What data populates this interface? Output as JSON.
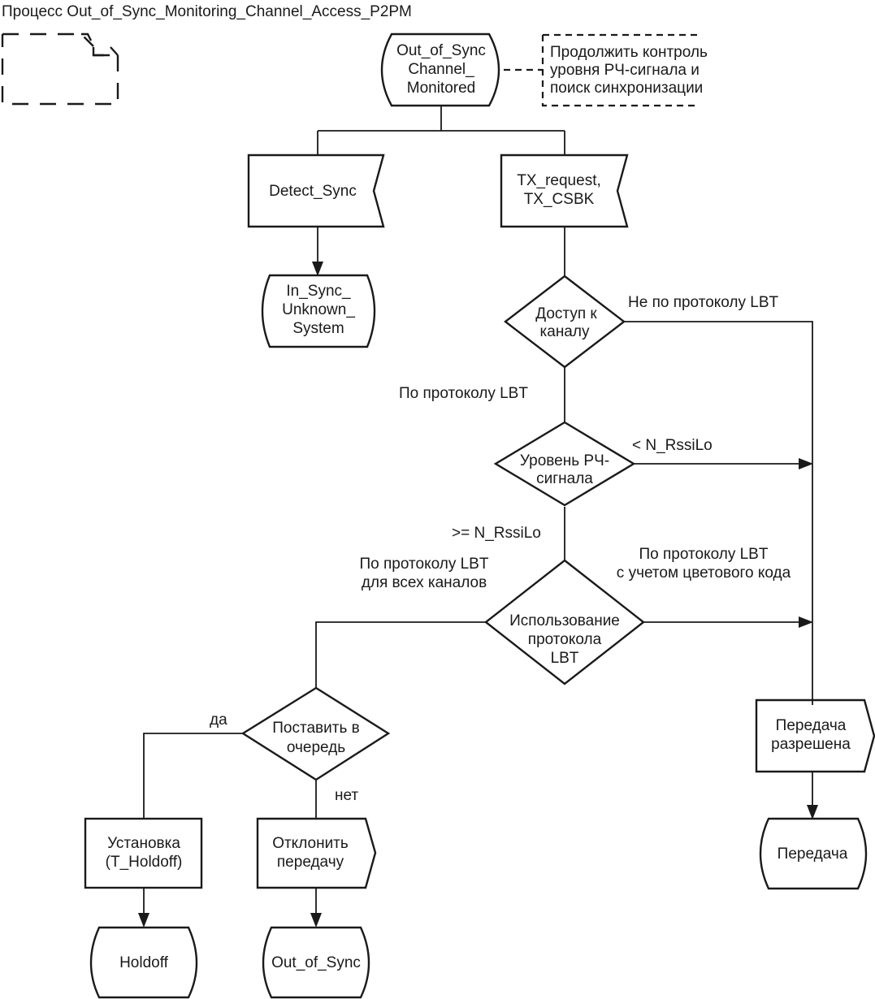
{
  "title": "Процесс Out_of_Sync_Monitoring_Channel_Access_P2PM",
  "nodes": {
    "start_state": {
      "lines": [
        "Out_of_Sync",
        "Channel_",
        "Monitored"
      ]
    },
    "comment": {
      "lines": [
        "Продолжить контроль",
        "уровня РЧ-сигнала и",
        "поиск синхронизации"
      ]
    },
    "detect_sync": {
      "lines": [
        "Detect_Sync"
      ]
    },
    "tx_request": {
      "lines": [
        "TX_request,",
        "TX_CSBK"
      ]
    },
    "in_sync_state": {
      "lines": [
        "In_Sync_",
        "Unknown_",
        "System"
      ]
    },
    "decision_channel_access": {
      "lines": [
        "Доступ к",
        "каналу"
      ]
    },
    "decision_rf_level": {
      "lines": [
        "Уровень РЧ-",
        "сигнала"
      ]
    },
    "decision_lbt_usage": {
      "lines": [
        "Использование",
        "протокола",
        "LBT"
      ]
    },
    "decision_queue": {
      "lines": [
        "Поставить в",
        "очередь"
      ]
    },
    "set_holdoff": {
      "lines": [
        "Установка",
        "(T_Holdoff)"
      ]
    },
    "reject_tx": {
      "lines": [
        "Отклонить",
        "передачу"
      ]
    },
    "tx_allowed": {
      "lines": [
        "Передача",
        "разрешена"
      ]
    },
    "holdoff_state": {
      "lines": [
        "Holdoff"
      ]
    },
    "out_of_sync_state": {
      "lines": [
        "Out_of_Sync"
      ]
    },
    "transmit_state": {
      "lines": [
        "Передача"
      ]
    }
  },
  "labels": {
    "not_lbt": "Не по протоколу LBT",
    "lbt": "По протоколу LBT",
    "rssi_low": "< N_RssiLo",
    "rssi_ge": ">= N_RssiLo",
    "lbt_all_channels": [
      "По протоколу LBT",
      "для всех каналов"
    ],
    "lbt_color_code": [
      "По протоколу LBT",
      "с учетом цветового кода"
    ],
    "yes": "да",
    "no": "нет"
  }
}
